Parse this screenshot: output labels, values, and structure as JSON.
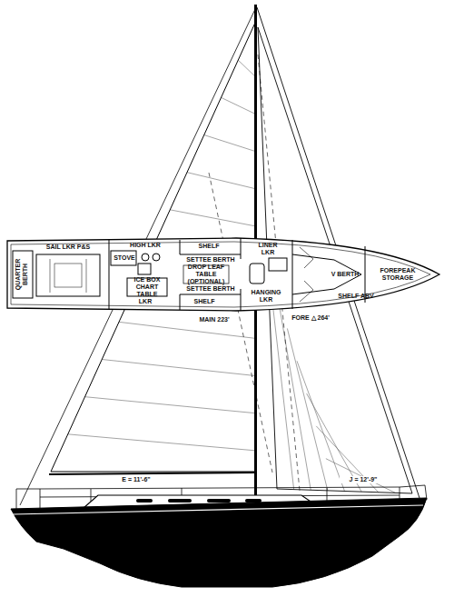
{
  "diagram": {
    "labels": [
      "SAIL LKR P&S",
      "QUARTER BERTH",
      "HIGH LKR",
      "SHELF",
      "LINER LKR",
      "STOVE",
      "SETTEE BERTH",
      "DROP LEAF TABLE (OPTIONAL)",
      "ICE BOX CHART TABLE",
      "LKR",
      "SHELF",
      "SETTEE BERTH",
      "HANGING LKR",
      "V BERTH",
      "FOREPEAK STORAGE",
      "SHELF ABV",
      "MAIN 223'",
      "FORE △ 264'",
      "E = 11'-6\"",
      "J = 12'-9\""
    ]
  }
}
